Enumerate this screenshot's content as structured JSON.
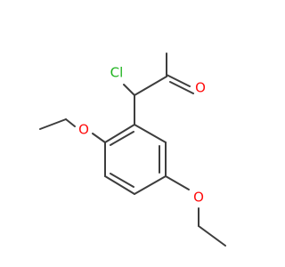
{
  "molecule": {
    "atom_labels": {
      "chlorine": "Cl",
      "ketone_oxygen": "O",
      "ether_oxygen_ortho": "O",
      "ether_oxygen_meta": "O"
    },
    "colors": {
      "bond": "#3d3d3d",
      "oxygen": "#ff0d0d",
      "chlorine": "#1fb31f",
      "background": "#ffffff"
    }
  }
}
